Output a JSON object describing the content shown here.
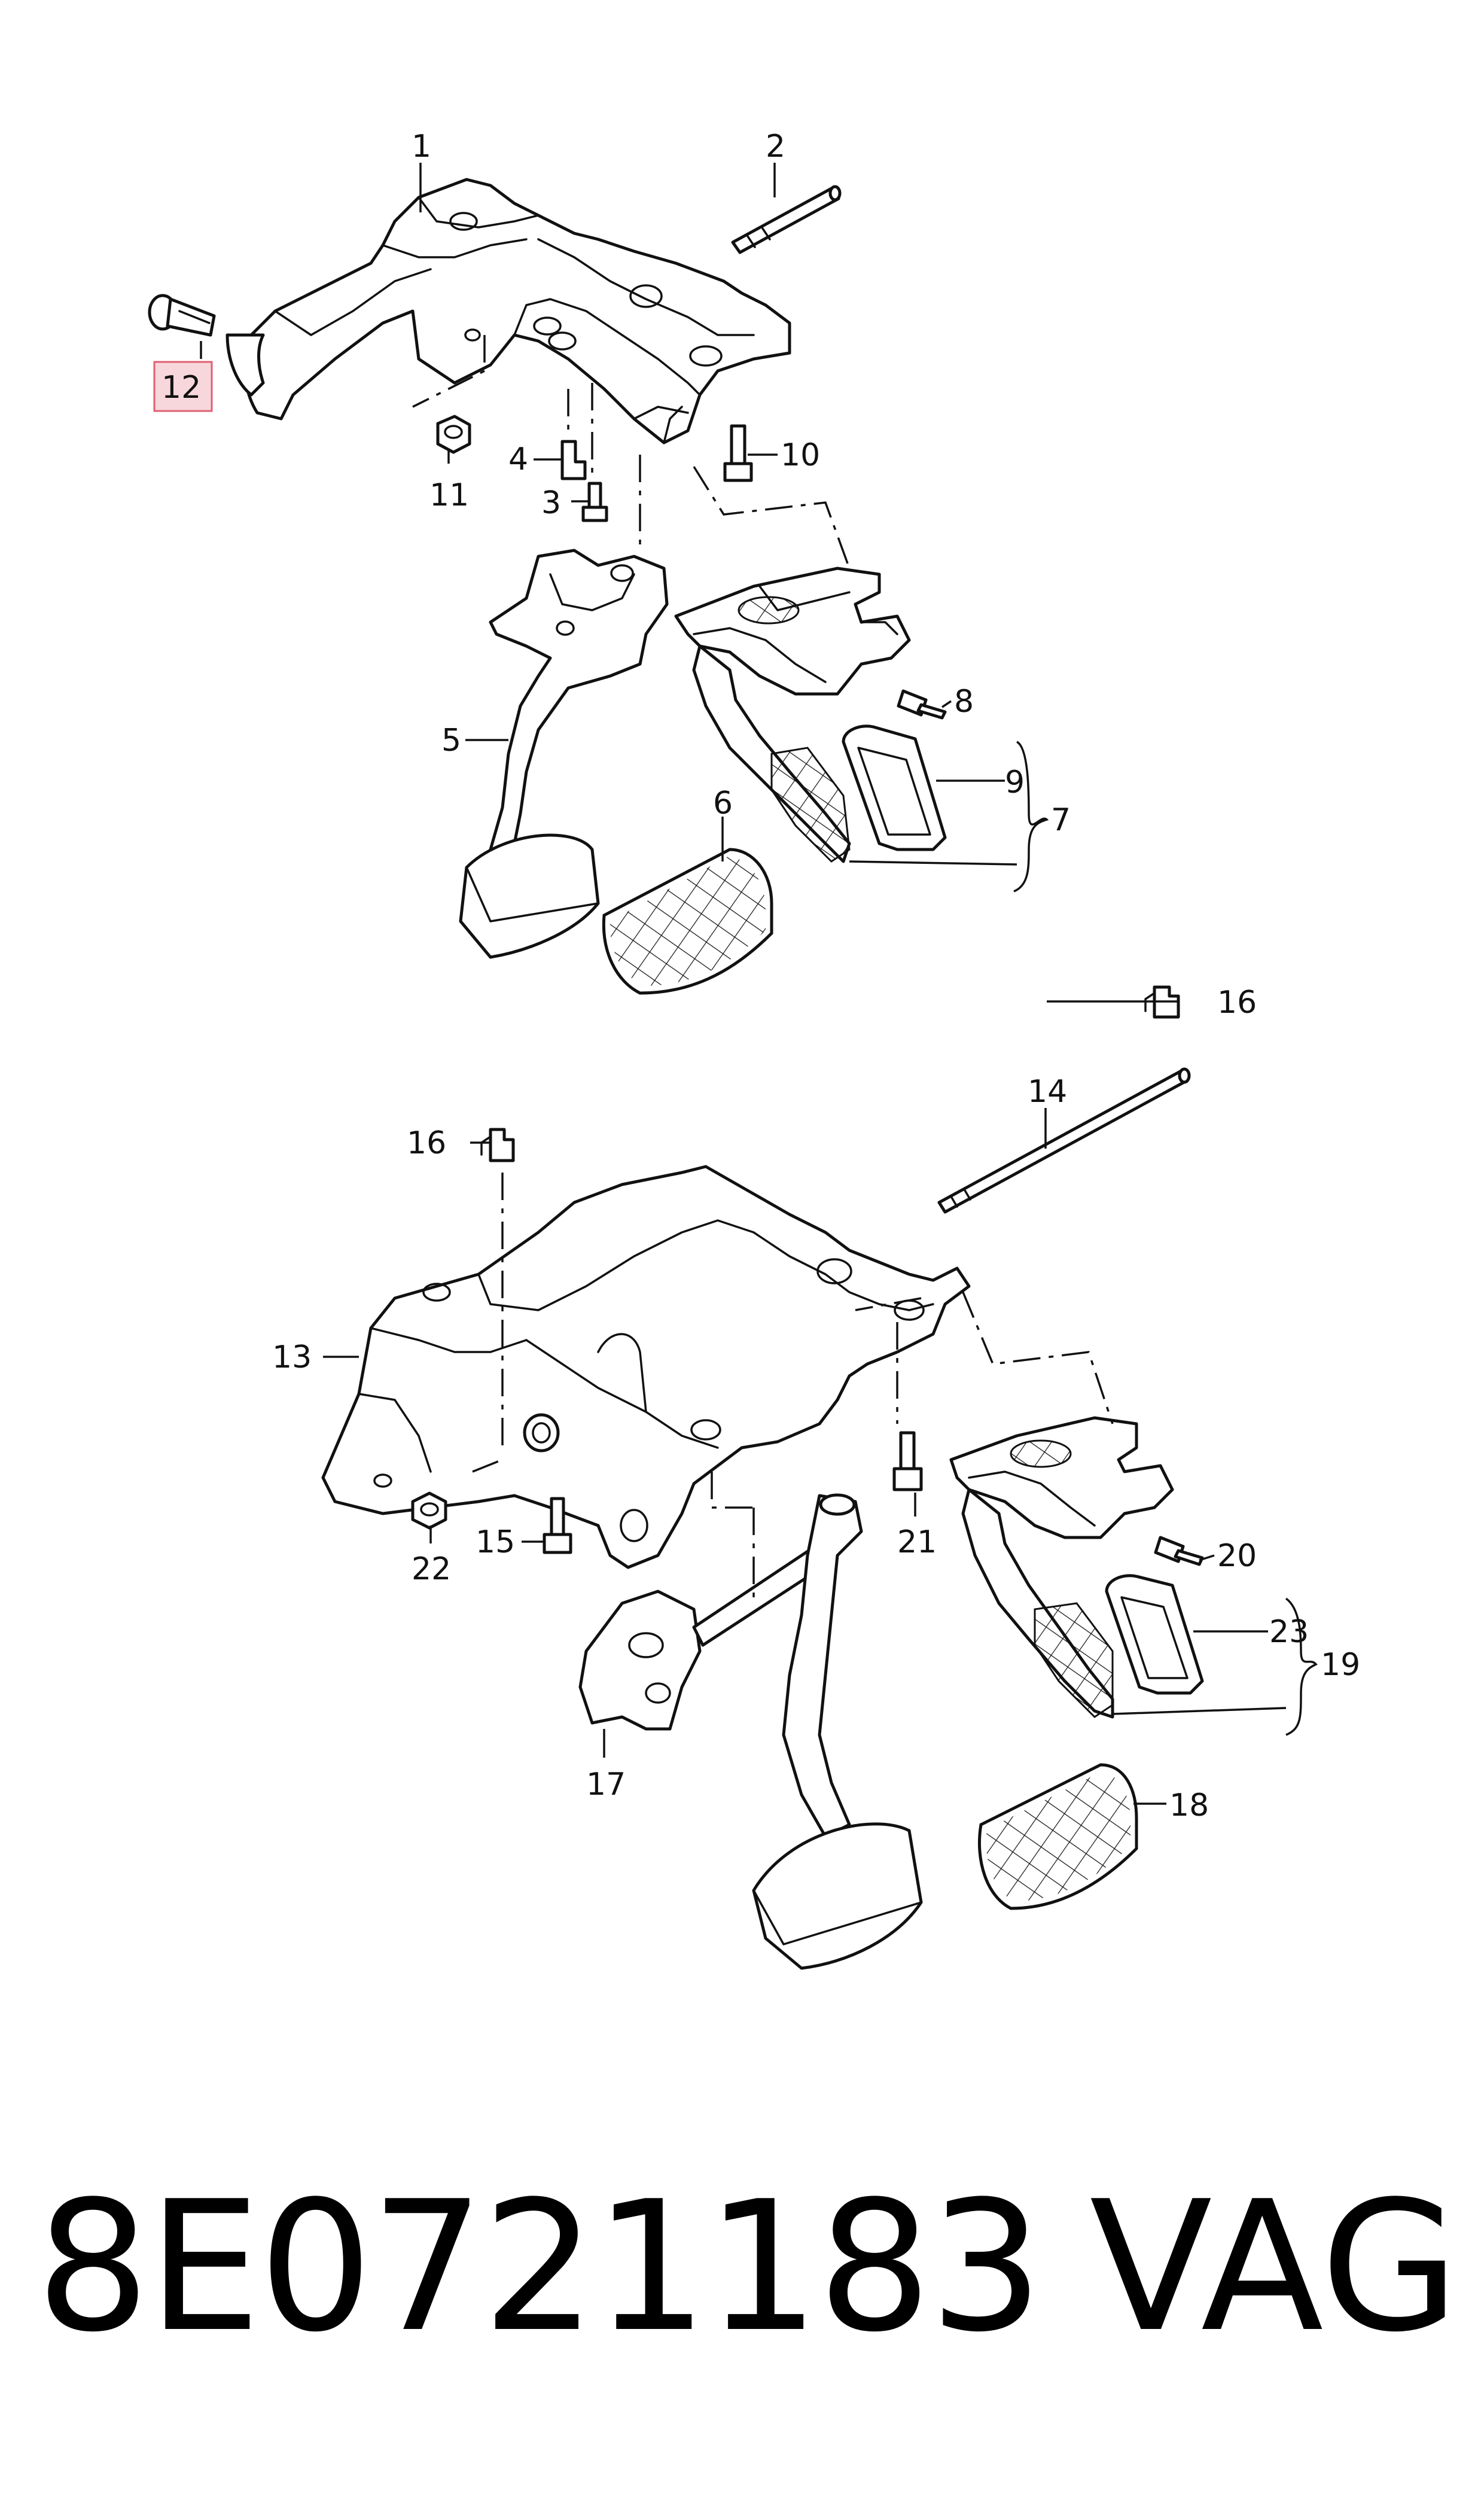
{
  "callouts": {
    "c1": "1",
    "c2": "2",
    "c3": "3",
    "c4": "4",
    "c5": "5",
    "c6": "6",
    "c7": "7",
    "c8": "8",
    "c9": "9",
    "c10": "10",
    "c11": "11",
    "c12": "12",
    "c13": "13",
    "c14": "14",
    "c15": "15",
    "c16a": "16",
    "c16b": "16",
    "c17": "17",
    "c18": "18",
    "c19": "19",
    "c20": "20",
    "c21": "21",
    "c22": "22",
    "c23": "23"
  },
  "footer": {
    "part_number": "8E0721183",
    "brand": "VAG"
  },
  "colors": {
    "line": "#111111",
    "highlight_fill": "#f8d7dc",
    "highlight_stroke": "#e06070"
  }
}
